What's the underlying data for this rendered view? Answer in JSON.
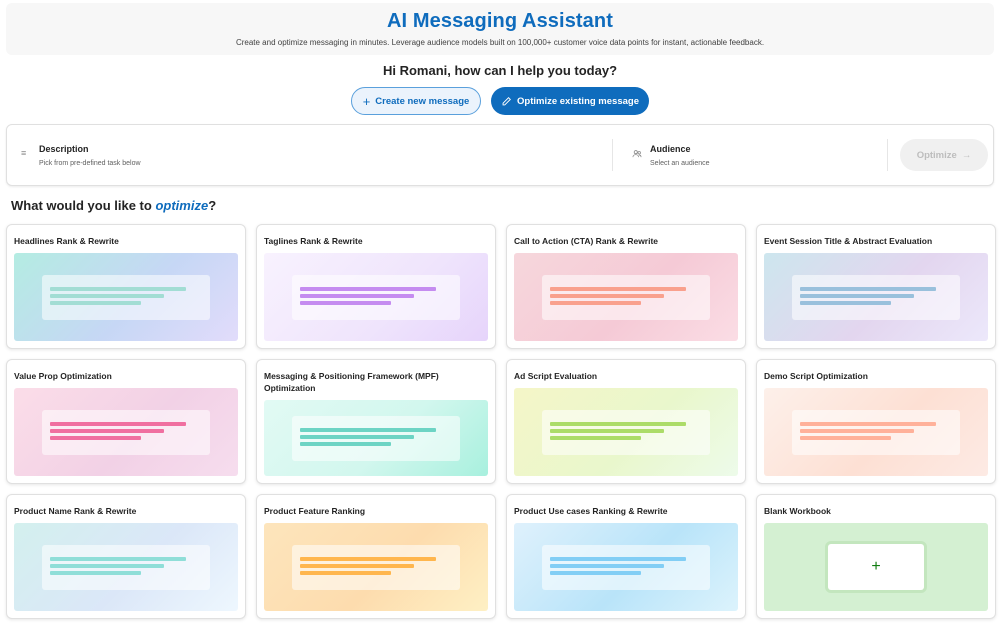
{
  "header": {
    "title": "AI Messaging Assistant",
    "subtitle": "Create and optimize messaging in minutes. Leverage audience models built on 100,000+ customer voice data points for instant, actionable feedback."
  },
  "greeting": "Hi Romani, how can I help you today?",
  "mode_buttons": {
    "create": {
      "label": "Create new message",
      "icon": "plus-icon",
      "selected": false
    },
    "optimize": {
      "label": "Optimize existing message",
      "icon": "pencil-icon",
      "selected": true
    }
  },
  "input_bar": {
    "description": {
      "label": "Description",
      "hint": "Pick from pre-defined task below",
      "icon": "text-lines-icon"
    },
    "audience": {
      "label": "Audience",
      "hint": "Select an audience",
      "icon": "people-icon"
    },
    "submit": {
      "label": "Optimize",
      "icon": "arrow-right-icon",
      "disabled": true
    }
  },
  "section": {
    "prefix": "What would you like to ",
    "emphasis": "optimize",
    "suffix": "?"
  },
  "cards": [
    {
      "title": "Headlines Rank & Rewrite",
      "bg": "linear-gradient(135deg,#b4ece2 0%,#c6d7f5 55%,#e2dcfb 100%)",
      "bar": "#a2ddd4"
    },
    {
      "title": "Taglines Rank & Rewrite",
      "bg": "linear-gradient(135deg,#f8f2fe 0%,#efe4fc 60%,#e6d4fb 100%)",
      "bar": "#c58cf0"
    },
    {
      "title": "Call to Action (CTA) Rank & Rewrite",
      "bg": "linear-gradient(135deg,#f6d7dc 0%,#f5cad6 55%,#fbdde5 100%)",
      "bar": "#f9a08d"
    },
    {
      "title": "Event Session Title & Abstract Evaluation",
      "bg": "linear-gradient(135deg,#cde6ee 0%,#e3d6ef 55%,#ece8fb 100%)",
      "bar": "#99c0dc"
    },
    {
      "title": "Value Prop Optimization",
      "bg": "linear-gradient(135deg,#fbdde8 0%,#f2d1e6 55%,#f6ddee 100%)",
      "bar": "#f06fa0"
    },
    {
      "title": "Messaging & Positioning Framework (MPF) Optimization",
      "bg": "linear-gradient(135deg,#e2faf4 0%,#d2f7ee 55%,#a8f0de 100%)",
      "bar": "#6dd4c4"
    },
    {
      "title": "Ad Script Evaluation",
      "bg": "linear-gradient(135deg,#f5f6c8 0%,#e9f7cc 55%,#edfbea 100%)",
      "bar": "#acdc68"
    },
    {
      "title": "Demo Script Optimization",
      "bg": "linear-gradient(135deg,#fdf0ea 0%,#fde0d4 55%,#fdeae4 100%)",
      "bar": "#ffb19a"
    },
    {
      "title": "Product Name Rank & Rewrite",
      "bg": "linear-gradient(135deg,#d3f0ee 0%,#dbe7f8 55%,#eef7fe 100%)",
      "bar": "#8fded8"
    },
    {
      "title": "Product Feature Ranking",
      "bg": "linear-gradient(135deg,#fde5bc 0%,#fddcae 55%,#fef0c4 100%)",
      "bar": "#ffb64d"
    },
    {
      "title": "Product Use cases Ranking & Rewrite",
      "bg": "linear-gradient(135deg,#dff1fc 0%,#b9e4f9 55%,#dcf3fc 100%)",
      "bar": "#82cef5"
    },
    {
      "title": "Blank Workbook",
      "bg": "#d4f0d2",
      "blank": true,
      "plus": "+"
    }
  ],
  "colors": {
    "brand": "#0f6cbd",
    "blank_plus": "#107c10"
  }
}
